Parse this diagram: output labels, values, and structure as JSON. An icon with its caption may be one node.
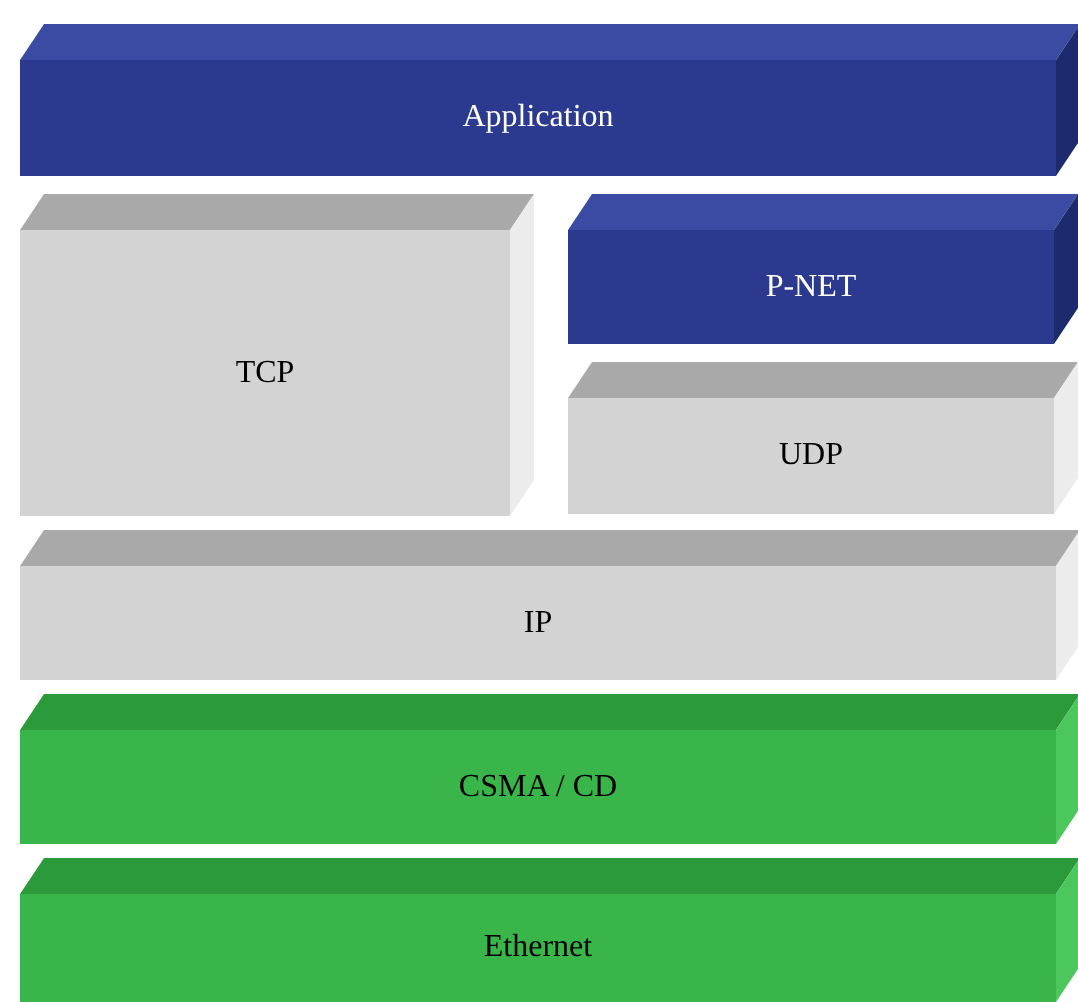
{
  "diagram": {
    "nodes": [
      {
        "text": [
          "Application"
        ]
      },
      {
        "text": [
          "TCP"
        ]
      },
      {
        "text": [
          "P-NET"
        ]
      },
      {
        "text": [
          "UDP"
        ]
      },
      {
        "text": [
          "IP"
        ]
      },
      {
        "text": [
          "CSMA / CD"
        ]
      },
      {
        "text": [
          "Ethernet"
        ]
      }
    ]
  }
}
